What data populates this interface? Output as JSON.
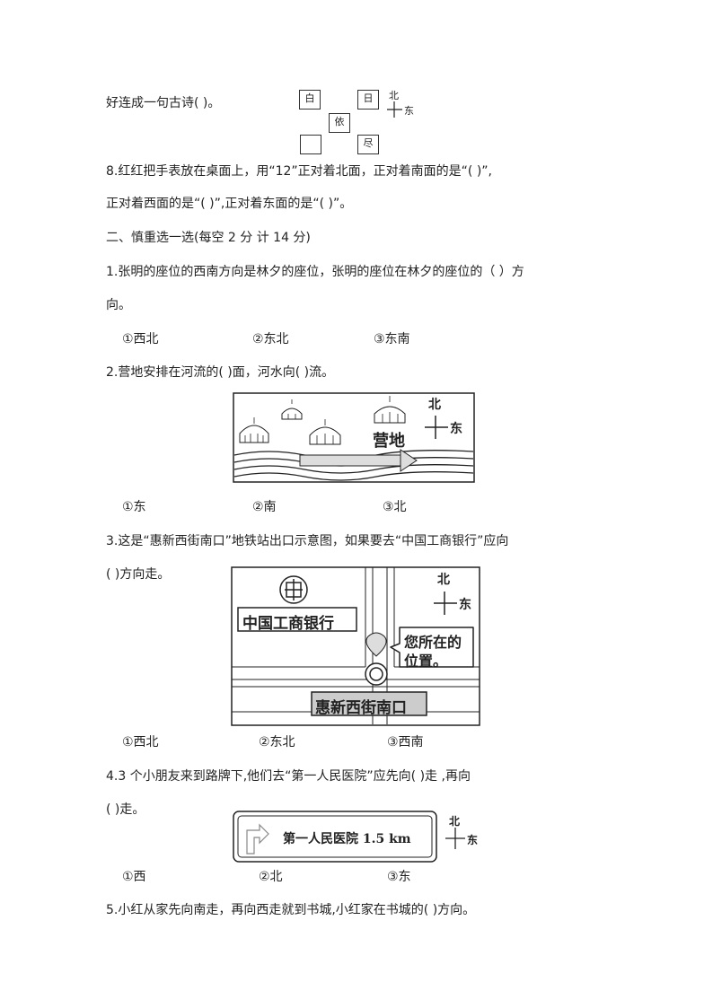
{
  "q7": {
    "line": "好连成一句古诗(      )。",
    "boxes": [
      "白",
      "日",
      "依",
      "",
      "尽"
    ],
    "compass": {
      "north": "北",
      "east": "东"
    }
  },
  "q8": {
    "line1": "8.红红把手表放在桌面上，用“12”正对着北面，正对着南面的是“(        )”,",
    "line2": "正对着西面的是“(        )”,正对着东面的是“(        )”。"
  },
  "section2": {
    "title": "二、慎重选一选(每空 2 分   计 14 分)"
  },
  "s1": {
    "line1": "1.张明的座位的西南方向是林夕的座位，张明的座位在林夕的座位的（      ）方",
    "line2": "向。",
    "options": [
      "①西北",
      "②东北",
      "③东南"
    ]
  },
  "s2": {
    "line": "2.营地安排在河流的(      )面，河水向(      )流。",
    "camp_label": "营地",
    "compass": {
      "north": "北",
      "east": "东"
    },
    "options": [
      "①东",
      "②南",
      "③北"
    ]
  },
  "s3": {
    "line1": "3.这是“惠新西街南口”地铁站出口示意图，如果要去“中国工商银行”应向",
    "line2": "(        )方向走。",
    "bank_label": "中国工商银行",
    "bubble_line1": "您所在的",
    "bubble_line2": "位置。",
    "station_label": "惠新西街南口",
    "compass": {
      "north": "北",
      "east": "东"
    },
    "options": [
      "①西北",
      "②东北",
      "③西南"
    ]
  },
  "s4": {
    "line1": "4.3 个小朋友来到路牌下,他们去“第一人民医院”应先向(        )走 ,再向",
    "line2": "(      )走。",
    "sign_label": "第一人民医院  1.5 km",
    "compass": {
      "north": "北",
      "east": "东"
    },
    "options": [
      "①西",
      "②北",
      "③东"
    ]
  },
  "s5": {
    "line": "5.小红从家先向南走，再向西走就到书城,小红家在书城的(      )方向。"
  }
}
